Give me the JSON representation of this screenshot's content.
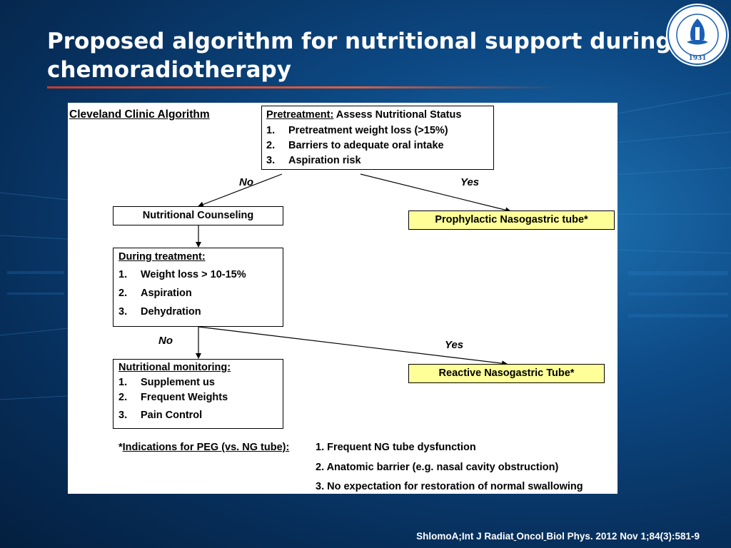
{
  "slide": {
    "title_line1": "Proposed algorithm for nutritional support during",
    "title_line2": "chemoradiotherapy",
    "logo_year": "1931",
    "citation": {
      "part1": "ShlomoA;Int J Radiat",
      "sep1": " ",
      "part2": "Oncol",
      "sep2": " ",
      "part3": "Biol Phys. 2012 Nov 1;84(3):581-9"
    }
  },
  "diagram": {
    "algorithm_title": "Cleveland Clinic Algorithm",
    "pretreatment": {
      "heading_underlined": "Pretreatment:",
      "heading_rest": " Assess Nutritional Status",
      "items": [
        {
          "num": "1.",
          "text": "Pretreatment weight loss (>15%)"
        },
        {
          "num": "2.",
          "text": "Barriers to adequate oral intake"
        },
        {
          "num": "3.",
          "text": "Aspiration risk"
        }
      ]
    },
    "labels": {
      "no1": "No",
      "yes1": "Yes",
      "no2": "No",
      "yes2": "Yes"
    },
    "nutritional_counseling": "Nutritional Counseling",
    "prophylactic_tube": "Prophylactic Nasogastric tube*",
    "during_treatment": {
      "heading": "During treatment:",
      "items": [
        {
          "num": "1.",
          "text": "Weight loss > 10-15%"
        },
        {
          "num": "2.",
          "text": "Aspiration"
        },
        {
          "num": "3.",
          "text": "Dehydration"
        }
      ]
    },
    "reactive_tube": "Reactive Nasogastric Tube*",
    "monitoring": {
      "heading": "Nutritional monitoring:",
      "items": [
        {
          "num": "1.",
          "text": "Supplement us"
        },
        {
          "num": "2.",
          "text": "Frequent Weights"
        },
        {
          "num": "3.",
          "text": "Pain Control"
        }
      ]
    },
    "peg": {
      "star": "*",
      "heading": "Indications for PEG (vs. NG tube):",
      "items": [
        "1. Frequent NG tube dysfunction",
        "2. Anatomic barrier (e.g. nasal cavity obstruction)",
        "3. No expectation for restoration of normal swallowing"
      ]
    }
  },
  "colors": {
    "background": "#0d4a86",
    "accent_rule": "#c83a2a",
    "tube_box_fill": "#ffff99"
  }
}
